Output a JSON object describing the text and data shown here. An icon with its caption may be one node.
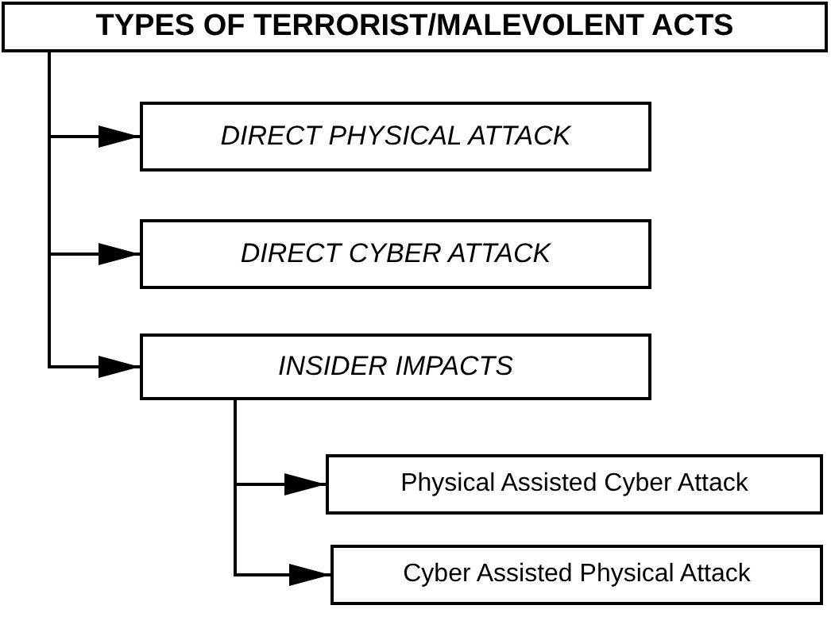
{
  "diagram": {
    "nodes": [
      {
        "text": [
          "TYPES OF TERRORIST/MALEVOLENT ACTS"
        ]
      },
      {
        "text": [
          "DIRECT PHYSICAL ATTACK"
        ]
      },
      {
        "text": [
          "DIRECT CYBER ATTACK"
        ]
      },
      {
        "text": [
          "INSIDER IMPACTS"
        ]
      },
      {
        "text": [
          "Physical Assisted Cyber Attack"
        ]
      },
      {
        "text": [
          "Cyber Assisted Physical Attack"
        ]
      }
    ],
    "edges": [
      {
        "from": 0,
        "to": 1,
        "arrow": "to"
      },
      {
        "from": 0,
        "to": 2,
        "arrow": "to"
      },
      {
        "from": 0,
        "to": 3,
        "arrow": "to"
      },
      {
        "from": 3,
        "to": 4,
        "arrow": "to"
      },
      {
        "from": 3,
        "to": 5,
        "arrow": "to"
      }
    ]
  }
}
